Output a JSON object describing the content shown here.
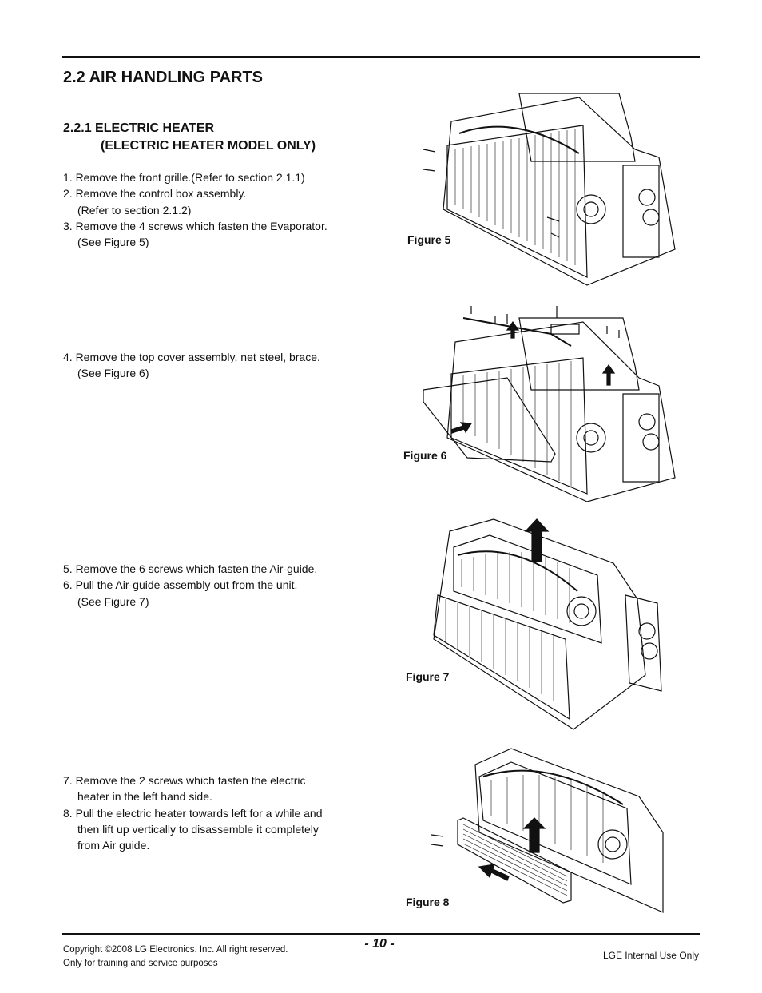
{
  "section": {
    "title": "2.2 AIR HANDLING PARTS"
  },
  "subsection": {
    "line1": "2.2.1 ELECTRIC HEATER",
    "line2": "(ELECTRIC HEATER MODEL ONLY)"
  },
  "steps_a": [
    "1. Remove the front grille.(Refer to section 2.1.1)",
    "2. Remove the control box assembly.",
    "(Refer to section 2.1.2)",
    "3. Remove the 4 screws which fasten the Evaporator.",
    "(See Figure 5)"
  ],
  "steps_b": [
    "4. Remove the top cover assembly, net steel, brace.",
    "(See Figure 6)"
  ],
  "steps_c": [
    "5. Remove the 6 screws which fasten the Air-guide.",
    "6. Pull the Air-guide assembly out from the unit.",
    "(See Figure 7)"
  ],
  "steps_d": [
    "7. Remove the 2 screws which fasten the electric",
    "heater in the left hand side.",
    "8. Pull the electric heater towards left for a while and",
    "then lift up vertically  to disassemble it completely",
    "from Air guide."
  ],
  "figures": [
    {
      "label": "Figure 5"
    },
    {
      "label": "Figure 6"
    },
    {
      "label": "Figure 7"
    },
    {
      "label": "Figure 8"
    }
  ],
  "footer": {
    "copyright": "Copyright ©2008 LG Electronics. Inc. All right reserved.",
    "training": "Only for training and service purposes",
    "page": "- 10 -",
    "internal": "LGE Internal Use Only"
  }
}
